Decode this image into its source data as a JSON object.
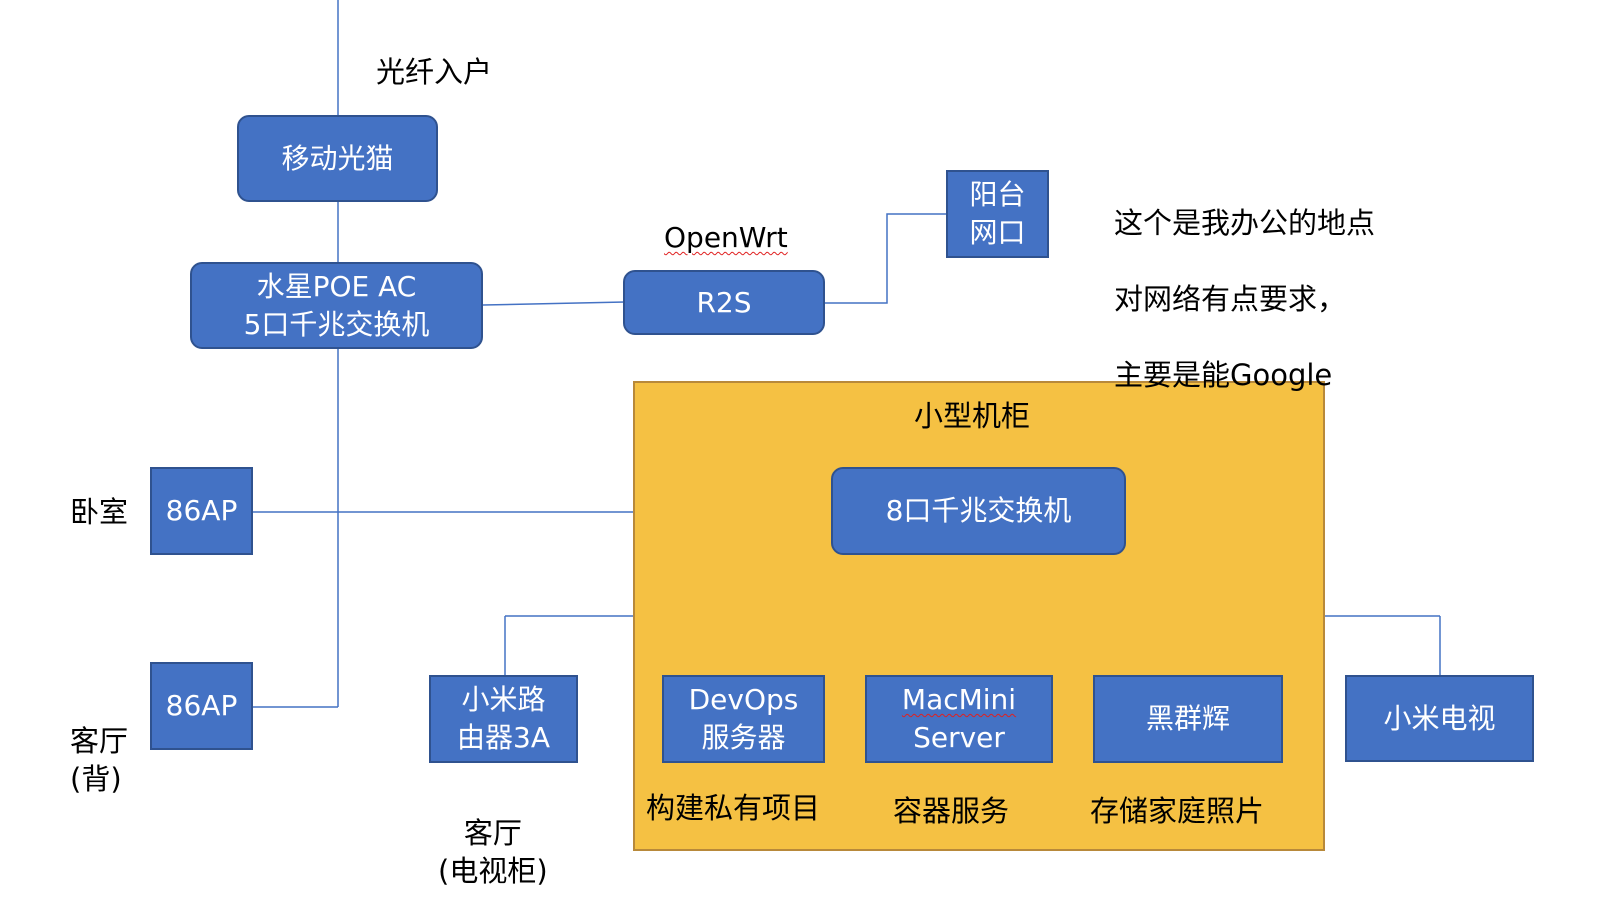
{
  "fiber_label": "光纤入户",
  "optical_modem": "移动光猫",
  "poe_switch": {
    "line1": "水星POE AC",
    "line2": "5口千兆交换机"
  },
  "openwrt_label": "OpenWrt",
  "router_r2s": "R2S",
  "balcony_port": {
    "line1": "阳台",
    "line2": "网口"
  },
  "office_note": {
    "line1": "这个是我办公的地点",
    "line2": "对网络有点要求，",
    "line3": "主要是能Google"
  },
  "cabinet_title": "小型机柜",
  "switch_8port": "8口千兆交换机",
  "bedroom_label": "卧室",
  "bedroom_ap": "86AP",
  "living_label": {
    "line1": "客厅",
    "line2": "(背)"
  },
  "living_ap": "86AP",
  "xiaomi_router": {
    "line1": "小米路",
    "line2": "由器3A"
  },
  "xiaomi_router_location": {
    "line1": "客厅",
    "line2": "(电视柜)"
  },
  "devops_server": {
    "line1": "DevOps",
    "line2": "服务器"
  },
  "devops_caption": "构建私有项目",
  "macmini": {
    "line1": "MacMini",
    "line2": "Server"
  },
  "macmini_caption": "容器服务",
  "nas": "黑群辉",
  "nas_caption": "存储家庭照片",
  "xiaomi_tv": "小米电视",
  "colors": {
    "box_fill": "#4472c4",
    "box_border": "#2f528f",
    "cabinet_fill": "#f5c143",
    "line": "#4472c4"
  }
}
